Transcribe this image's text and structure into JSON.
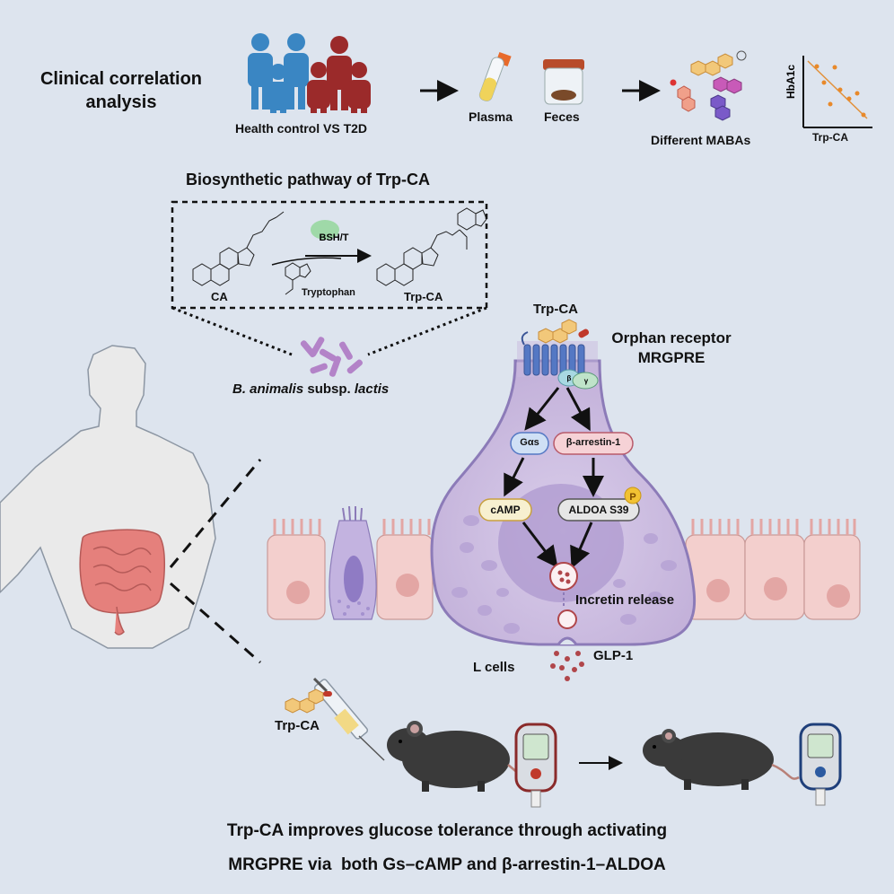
{
  "clinical": {
    "title_line1": "Clinical correlation",
    "title_line2": "analysis",
    "people_label": "Health control VS T2D",
    "plasma_label": "Plasma",
    "feces_label": "Feces",
    "mabas_label": "Different MABAs",
    "plot_y_label": "HbA1c",
    "plot_x_label": "Trp-CA"
  },
  "pathway": {
    "title": "Biosynthetic pathway of Trp-CA",
    "enzyme_label": "BSH/T",
    "substrate_label": "CA",
    "cosubstrate_label": "Tryptophan",
    "product_label": "Trp-CA"
  },
  "bacteria": {
    "name_italic_1": "B. animalis",
    "name_plain": " subsp. ",
    "name_italic_2": "lactis"
  },
  "cell": {
    "ligand_label": "Trp-CA",
    "receptor_line1": "Orphan receptor",
    "receptor_line2": "MRGPRE",
    "beta_label": "β",
    "gamma_label": "γ",
    "gas_label": "Gαs",
    "arrestin_label": "β-arrestin-1",
    "camp_label": "cAMP",
    "aldoa_label": "ALDOA S39",
    "phospho_label": "P",
    "incretin_label": "Incretin release",
    "glp1_label": "GLP-1",
    "lcells_label": "L cells"
  },
  "mouse": {
    "injection_label": "Trp-CA"
  },
  "conclusion": {
    "line1": "Trp-CA improves glucose tolerance through activating",
    "line2": "MRGPRE via  both Gs–cAMP and β-arrestin-1–ALDOA"
  },
  "colors": {
    "background": "#dde4ee",
    "people_blue": "#3a86c3",
    "people_red": "#9b2a2a",
    "cell_purple": "#c9b9dd",
    "epithelium_pink": "#f3cfcd",
    "receptor_blue": "#5478c4"
  }
}
